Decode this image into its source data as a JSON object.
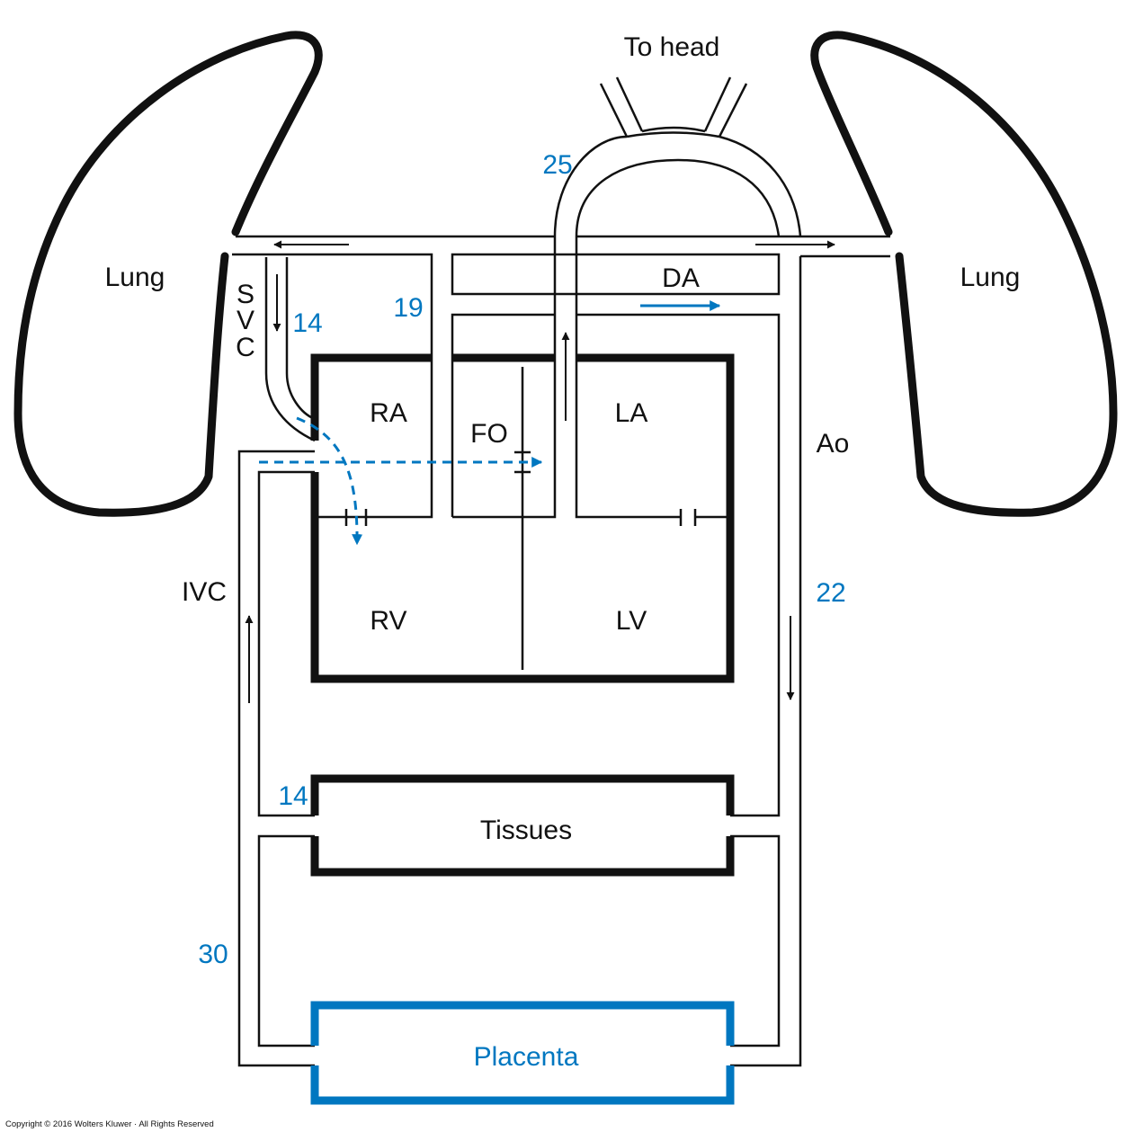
{
  "colors": {
    "ink": "#111111",
    "accent": "#0077C0",
    "background": "#FFFFFF"
  },
  "labels": {
    "to_head": "To head",
    "lung_left": "Lung",
    "lung_right": "Lung",
    "svc_s": "S",
    "svc_v": "V",
    "svc_c": "C",
    "ra": "RA",
    "fo": "FO",
    "la": "LA",
    "rv": "RV",
    "lv": "LV",
    "da": "DA",
    "ao": "Ao",
    "ivc": "IVC",
    "tissues": "Tissues",
    "placenta": "Placenta"
  },
  "values": {
    "aortic_arch": "25",
    "svc": "14",
    "pulmonary": "19",
    "descending_aorta": "22",
    "tissue_return": "14",
    "ivc": "30"
  },
  "copyright": "Copyright © 2016 Wolters Kluwer · All Rights Reserved"
}
